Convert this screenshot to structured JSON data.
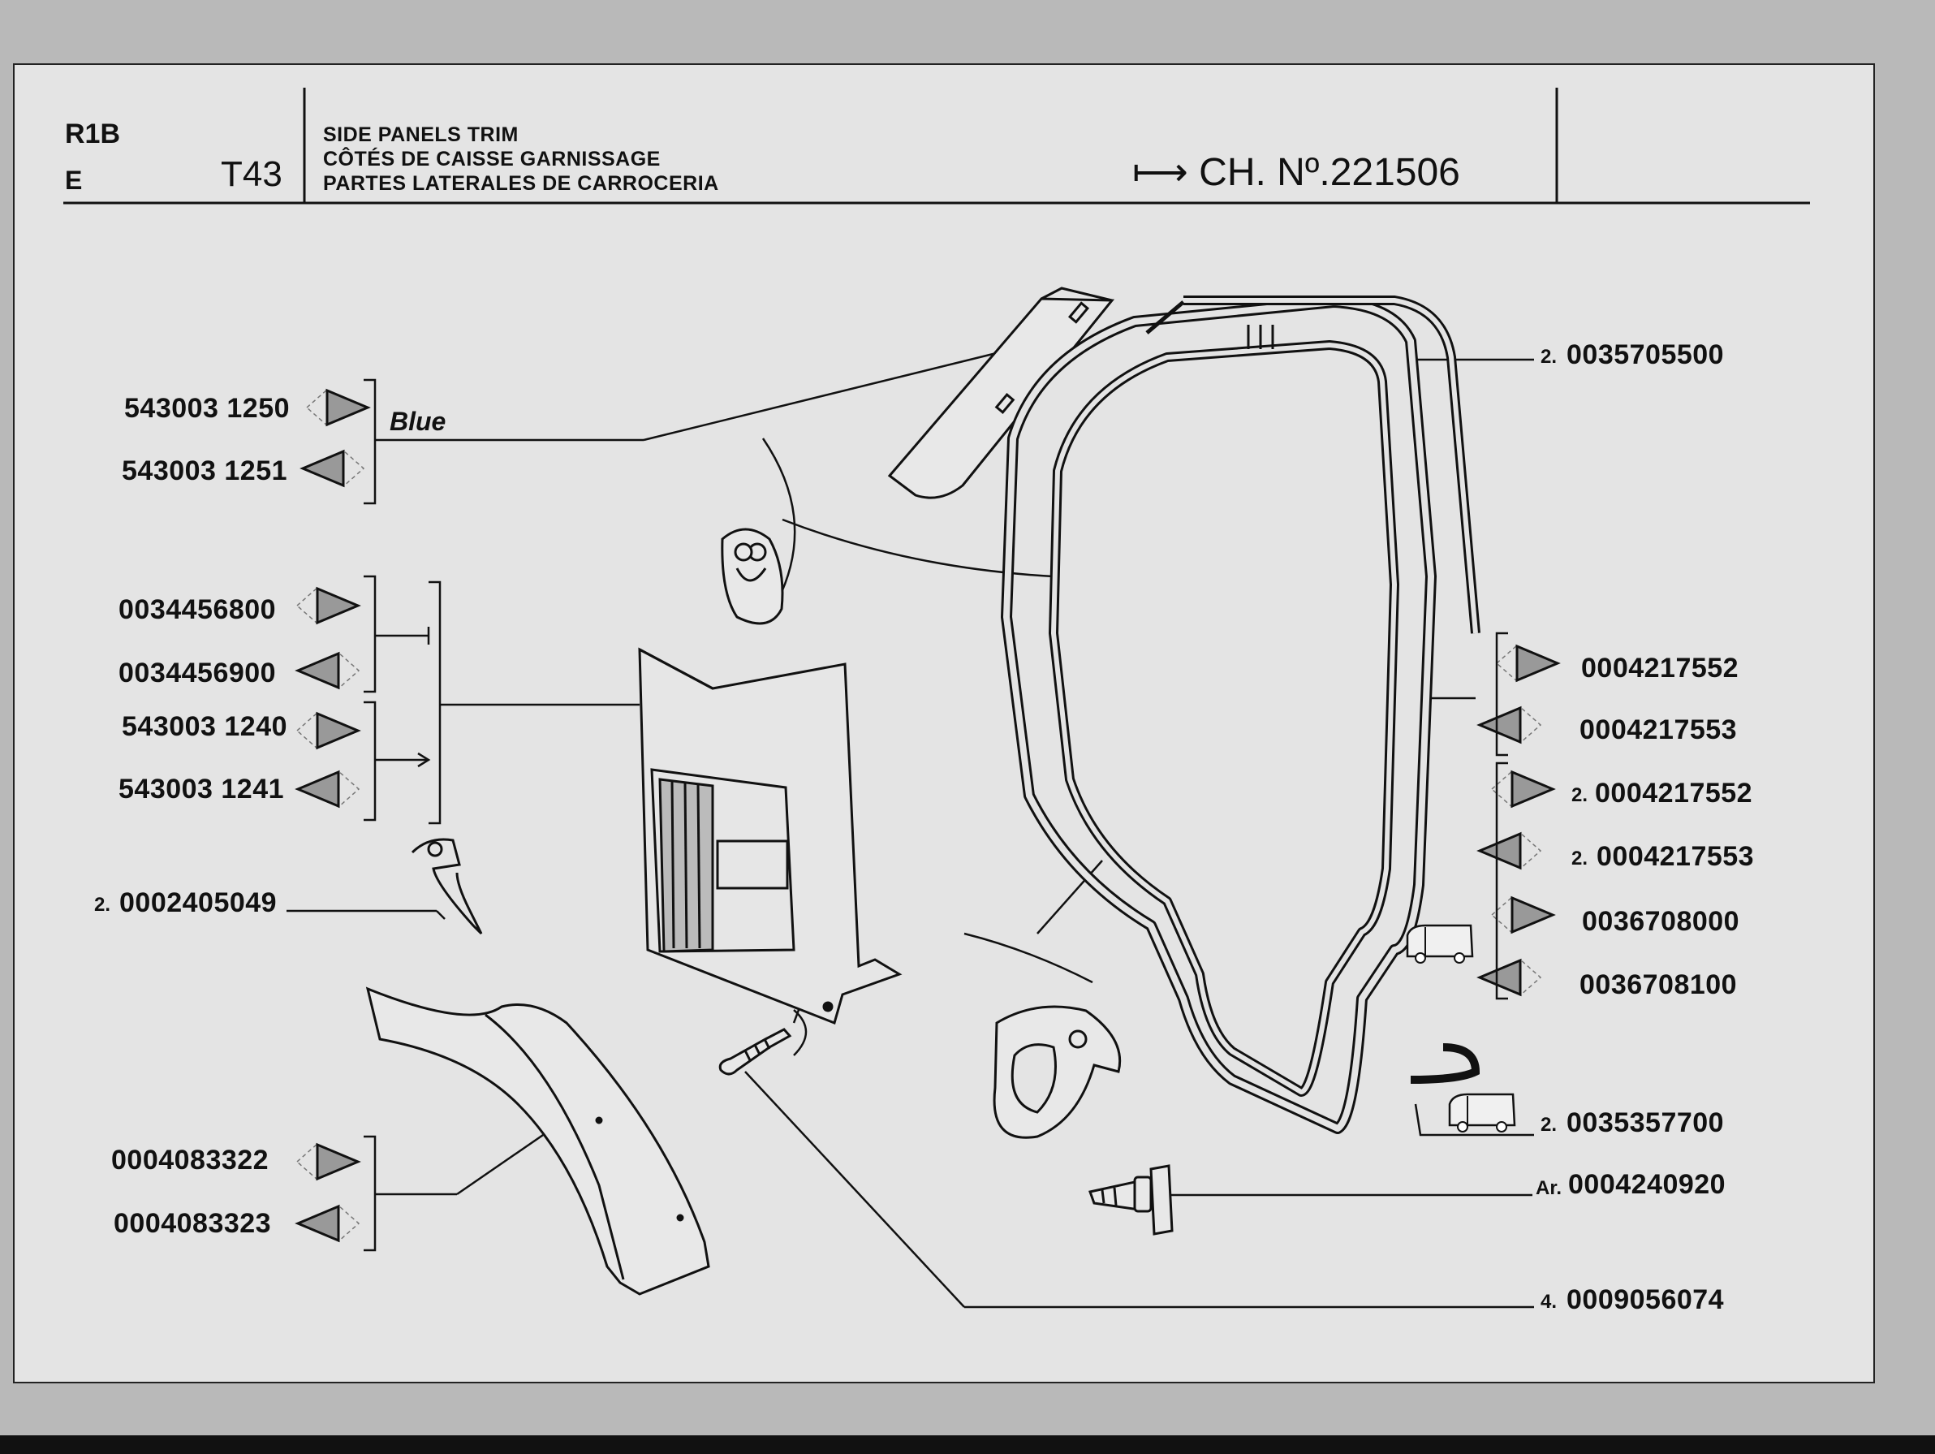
{
  "header": {
    "model": "R1B",
    "language": "E",
    "table_code": "T43",
    "title_lines": [
      "SIDE PANELS TRIM",
      "CÔTÉS DE CAISSE GARNISSAGE",
      "PARTES LATERALES DE CARROCERIA"
    ],
    "chassis_arrow": "⟼",
    "chassis": "CH. Nº.221506"
  },
  "left_parts": [
    {
      "qty": "",
      "number": "543003 1250",
      "side": "right"
    },
    {
      "qty": "",
      "number": "543003 1251",
      "side": "left"
    },
    {
      "qty": "",
      "number": "0034456800",
      "side": "right"
    },
    {
      "qty": "",
      "number": "0034456900",
      "side": "left"
    },
    {
      "qty": "",
      "number": "543003 1240",
      "side": "right"
    },
    {
      "qty": "",
      "number": "543003 1241",
      "side": "left"
    },
    {
      "qty": "2.",
      "number": "0002405049",
      "side": ""
    },
    {
      "qty": "",
      "number": "0004083322",
      "side": "right"
    },
    {
      "qty": "",
      "number": "0004083323",
      "side": "left"
    }
  ],
  "left_note": "Blue",
  "right_parts": [
    {
      "qty": "2.",
      "number": "0035705500",
      "side": ""
    },
    {
      "qty": "",
      "number": "0004217552",
      "side": "right"
    },
    {
      "qty": "",
      "number": "0004217553",
      "side": "left"
    },
    {
      "qty": "2.",
      "number": "0004217552",
      "side": "right"
    },
    {
      "qty": "2.",
      "number": "0004217553",
      "side": "left"
    },
    {
      "qty": "",
      "number": "0036708000",
      "side": "right"
    },
    {
      "qty": "",
      "number": "0036708100",
      "side": "left"
    },
    {
      "qty": "2.",
      "number": "0035357700",
      "side": ""
    },
    {
      "qty": "Ar.",
      "number": "0004240920",
      "side": ""
    },
    {
      "qty": "4.",
      "number": "0009056074",
      "side": ""
    }
  ]
}
